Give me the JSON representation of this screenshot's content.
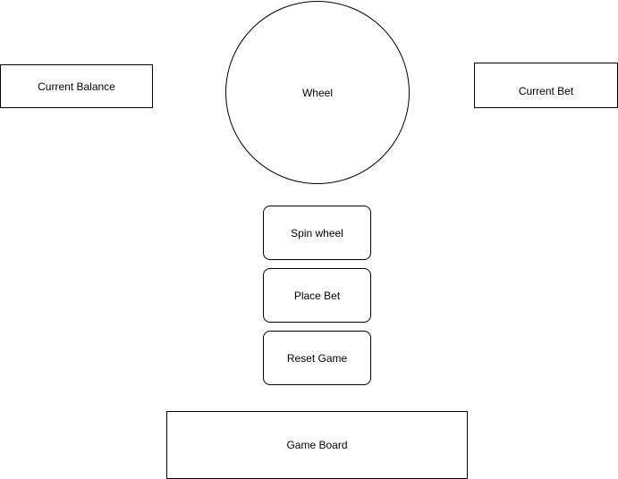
{
  "balance": {
    "label": "Current Balance"
  },
  "bet": {
    "label": "Current Bet"
  },
  "wheel": {
    "label": "Wheel"
  },
  "controls": {
    "spin_label": "Spin wheel",
    "place_bet_label": "Place Bet",
    "reset_label": "Reset Game"
  },
  "board": {
    "label": "Game Board"
  },
  "colors": {
    "stroke": "#000000",
    "fill": "#ffffff"
  }
}
